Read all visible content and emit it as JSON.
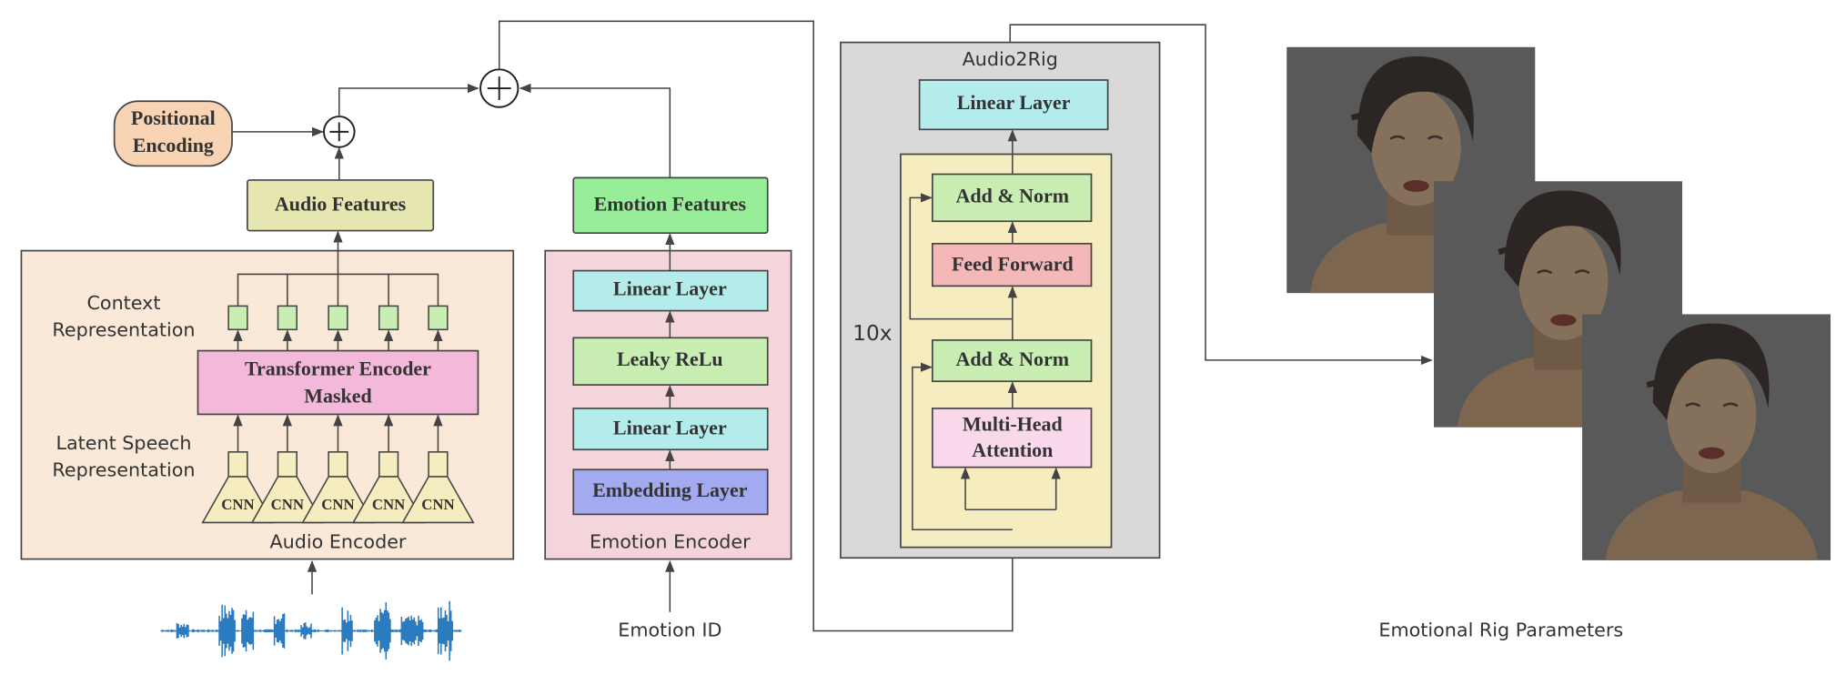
{
  "positional_encoding": {
    "line1": "Positional",
    "line2": "Encoding"
  },
  "audio_features": "Audio Features",
  "audio_encoder": {
    "title": "Audio Encoder",
    "context_label": {
      "line1": "Context",
      "line2": "Representation"
    },
    "latent_label": {
      "line1": "Latent Speech",
      "line2": "Representation"
    },
    "transformer": {
      "line1": "Transformer Encoder",
      "line2": "Masked"
    },
    "cnn_labels": [
      "CNN",
      "CNN",
      "CNN",
      "CNN",
      "CNN"
    ]
  },
  "emotion_features": "Emotion Features",
  "emotion_encoder": {
    "title": "Emotion Encoder",
    "layers": [
      "Linear Layer",
      "Leaky ReLu",
      "Linear Layer",
      "Embedding Layer"
    ]
  },
  "emotion_id": "Emotion ID",
  "audio2rig": {
    "title": "Audio2Rig",
    "linear": "Linear Layer",
    "repeat": "10x",
    "add_norm_top": "Add & Norm",
    "feed_forward": "Feed Forward",
    "add_norm_bottom": "Add & Norm",
    "attention": {
      "line1": "Multi-Head",
      "line2": "Attention"
    }
  },
  "output_label": "Emotional Rig Parameters",
  "colors": {
    "positional": "#f8d4b4",
    "audio_features": "#e6e6b0",
    "audio_encoder_bg": "#fae8d8",
    "transformer": "#f4b8da",
    "context": "#c8eeb4",
    "latent": "#f5ecc0",
    "emotion_features": "#98ee98",
    "emotion_encoder_bg": "#f5d5dc",
    "linear": "#b4ebeb",
    "relu": "#c8eeb4",
    "embedding": "#a4aaf0",
    "audio2rig_bg": "#d9d9d9",
    "block_bg": "#f5ecc0",
    "feed_forward": "#f5b8b8",
    "attention": "#f8d8ea",
    "waveform": "#2a7bbf"
  }
}
